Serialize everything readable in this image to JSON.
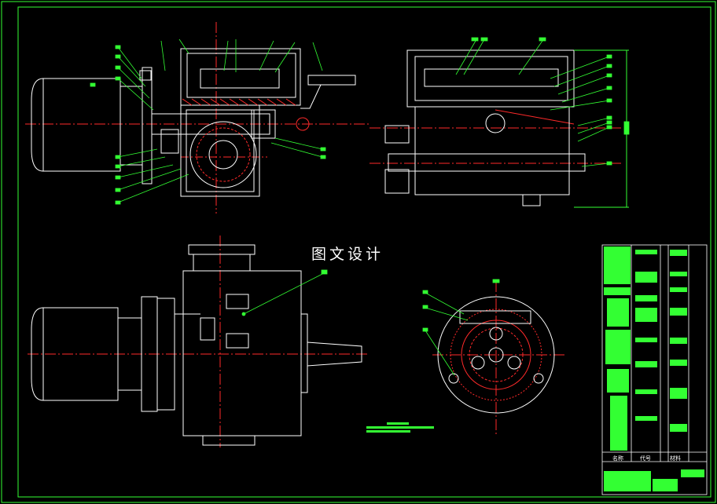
{
  "drawing": {
    "title": "图文设计"
  },
  "title_block": {
    "col_name": "名称",
    "col_code": "代号",
    "col_material": "材料"
  },
  "colors": {
    "background": "#000000",
    "frame": "#33ff33",
    "outline": "#ffffff",
    "centerline": "#ff2a2a",
    "hatch": "#ff2a2a",
    "leader": "#33ff33"
  }
}
